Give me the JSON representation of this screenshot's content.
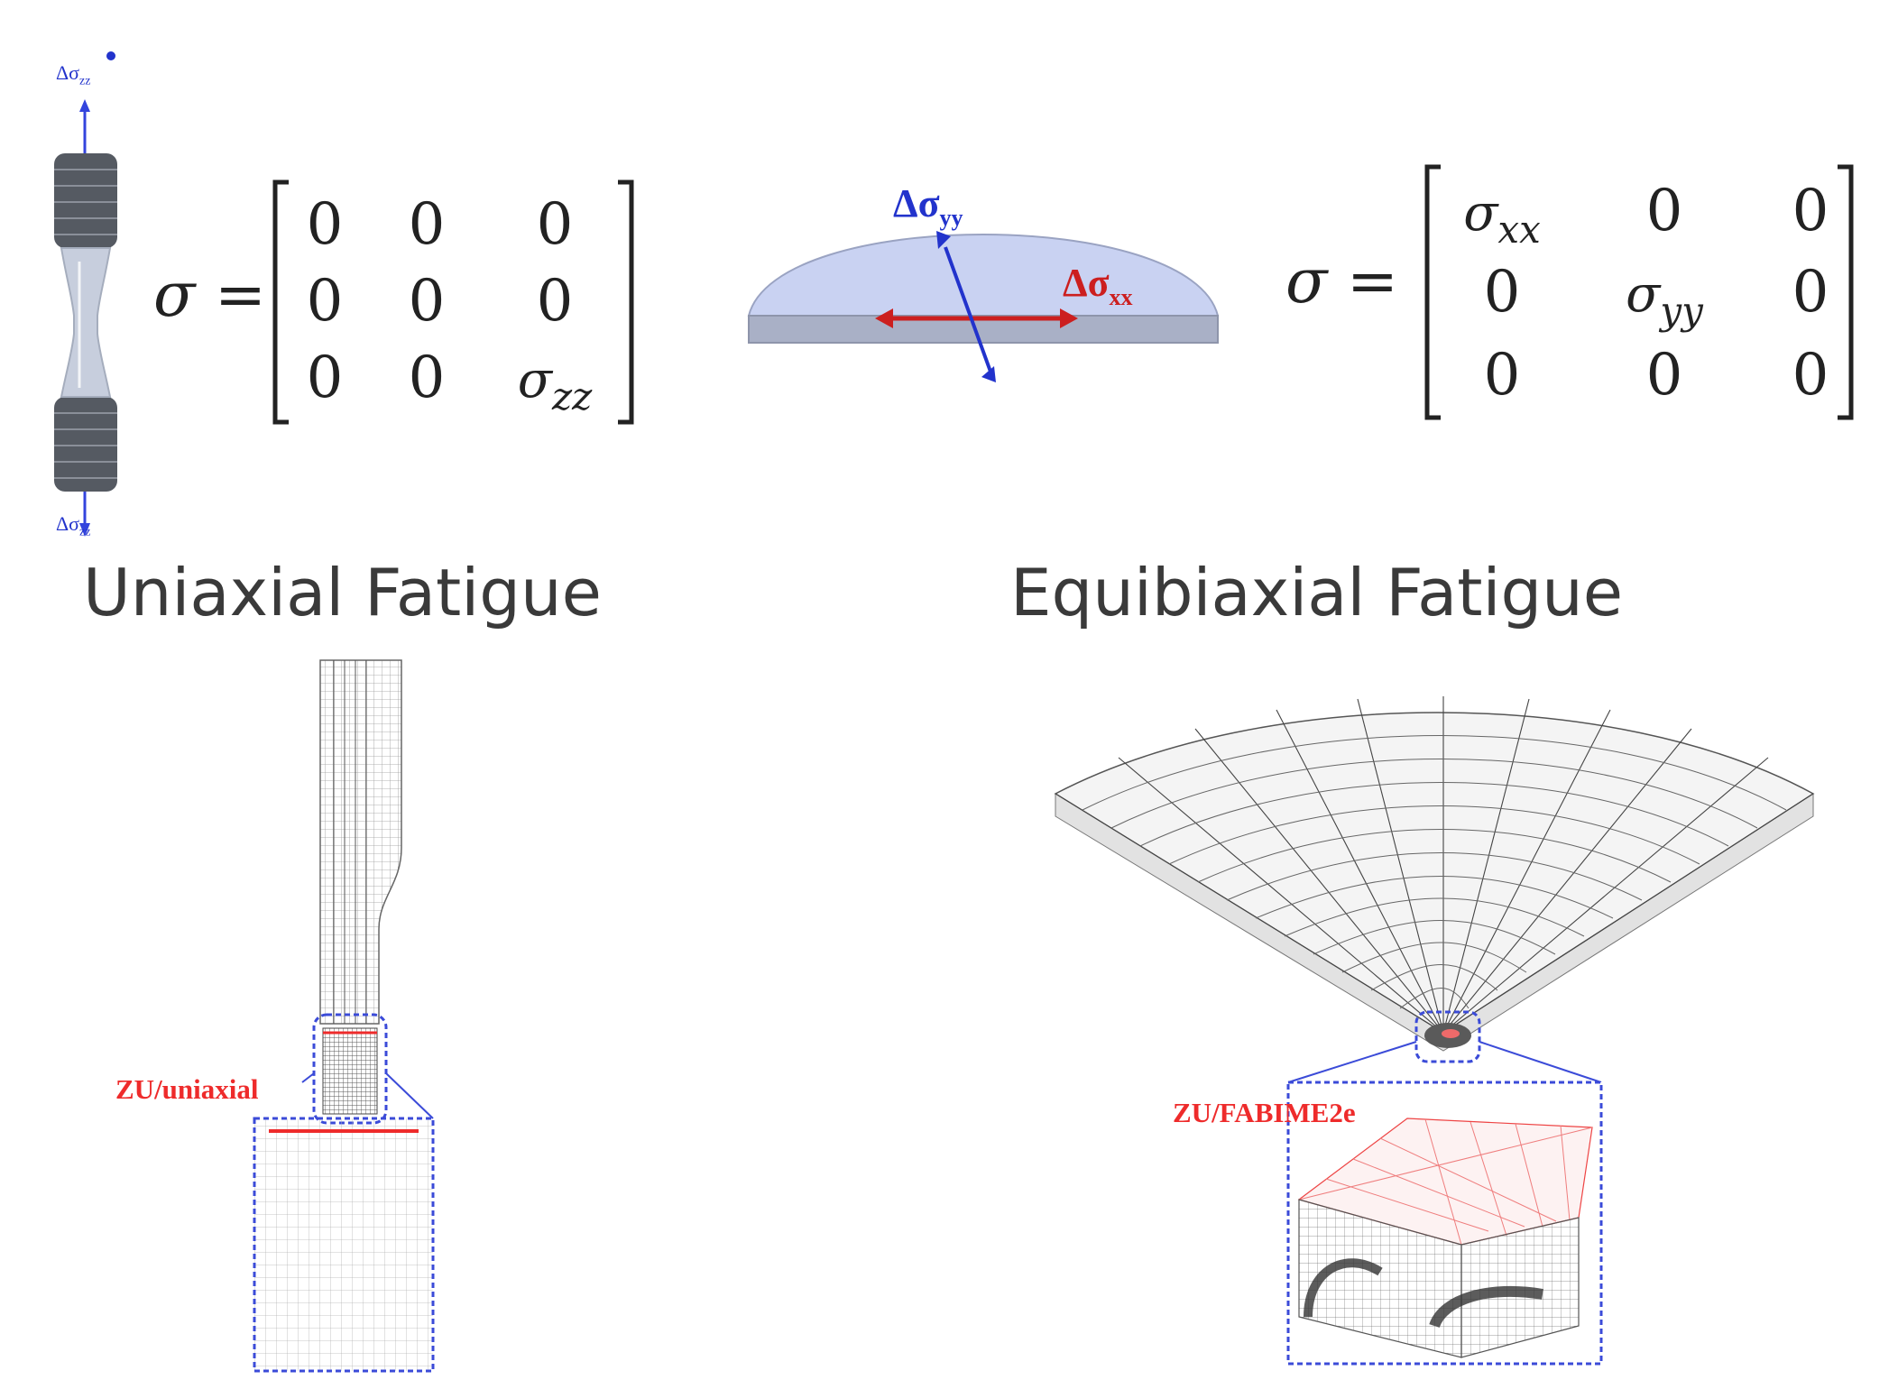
{
  "uniaxial": {
    "caption": "Uniaxial Fatigue",
    "load_label": "Δσ",
    "load_sub": "zz",
    "matrix_lhs": "σ =",
    "matrix": [
      [
        "0",
        "0",
        "0"
      ],
      [
        "0",
        "0",
        "0"
      ],
      [
        "0",
        "0",
        "σ_zz"
      ]
    ],
    "zu_label": "ZU/uniaxial"
  },
  "equibiaxial": {
    "caption": "Equibiaxial Fatigue",
    "yy_label": "Δσ",
    "yy_sub": "yy",
    "xx_label": "Δσ",
    "xx_sub": "xx",
    "matrix_lhs": "σ =",
    "matrix": [
      [
        "σ_xx",
        "0",
        "0"
      ],
      [
        "0",
        "σ_yy",
        "0"
      ],
      [
        "0",
        "0",
        "0"
      ]
    ],
    "zu_label": "ZU/FABIME2e"
  },
  "colors": {
    "red": "#ee2b2b",
    "blue": "#2233cc",
    "dash_blue": "#3b4bd8",
    "specimen": "#c7cedd",
    "disc": "#c9d2f2"
  }
}
